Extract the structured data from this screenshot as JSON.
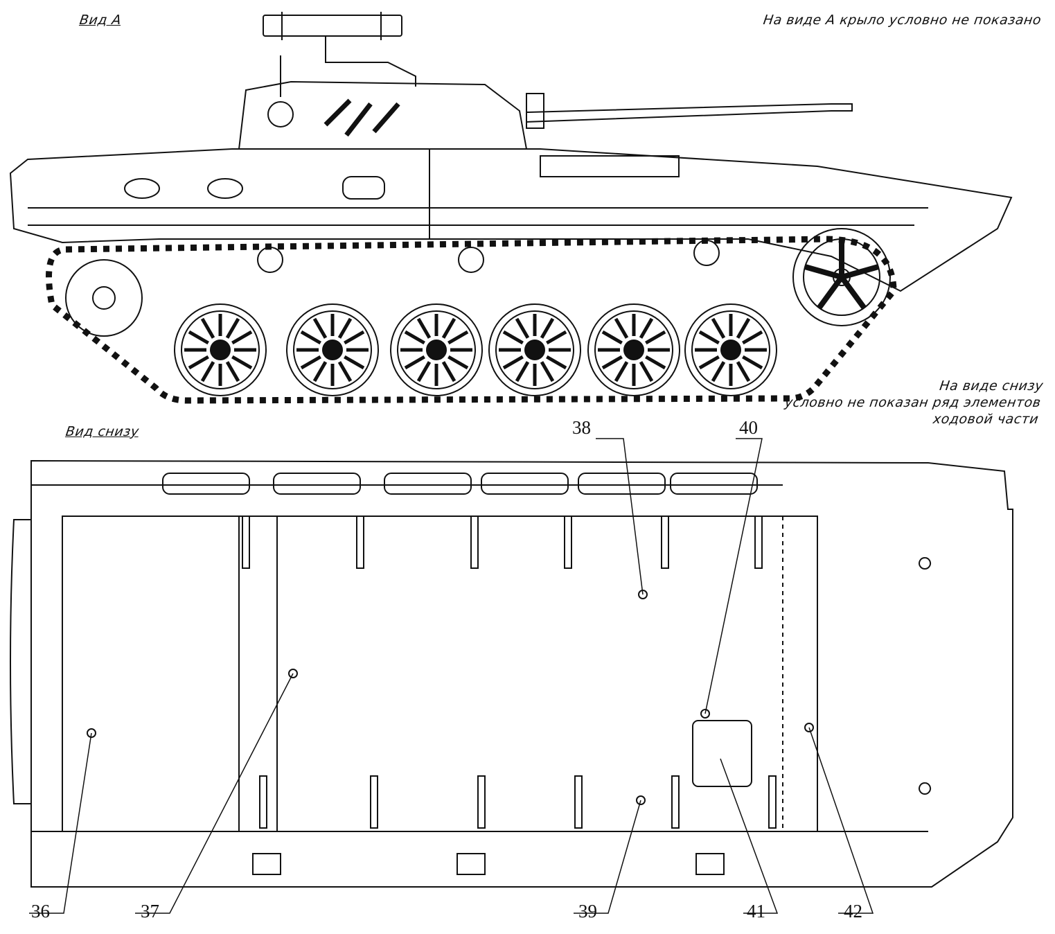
{
  "side_view": {
    "title": "Вид А",
    "note": "На виде А крыло условно не показано"
  },
  "bottom_view": {
    "title": "Вид снизу",
    "note": [
      "На виде снизу",
      "условно не показан ряд элементов",
      "ходовой части"
    ]
  },
  "callouts": [
    "36",
    "37",
    "38",
    "39",
    "40",
    "41",
    "42"
  ]
}
